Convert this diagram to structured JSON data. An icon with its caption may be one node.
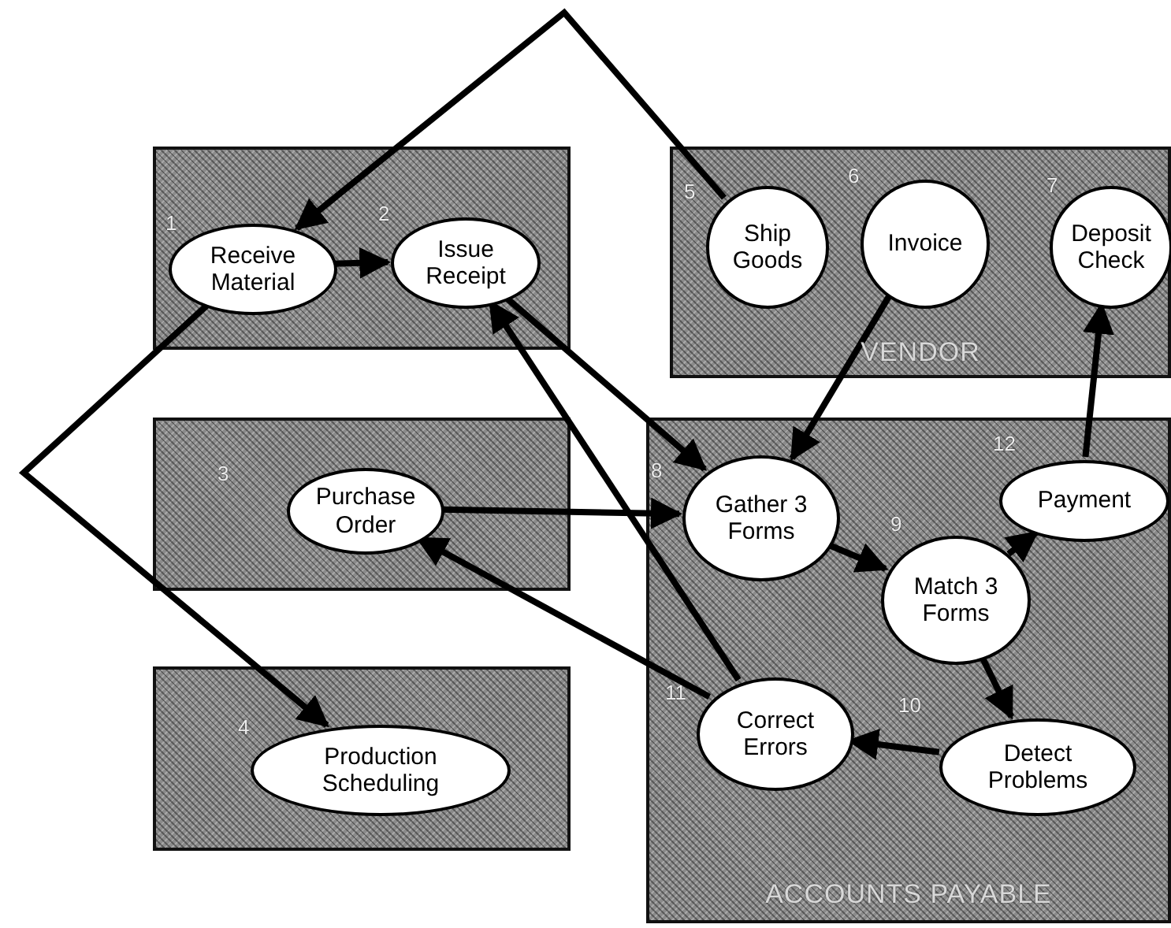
{
  "diagram": {
    "nodes": [
      {
        "text": [],
        "shape": "box"
      },
      {
        "text": [
          "Receive Material"
        ],
        "in": 0,
        "beside": [
          "1"
        ]
      },
      {
        "text": [
          "Issue Receipt"
        ],
        "in": 0,
        "beside": [
          "2"
        ]
      },
      {
        "text": [],
        "shape": "box"
      },
      {
        "text": [
          "Purchase Order"
        ],
        "in": 3,
        "beside": [
          "3"
        ]
      },
      {
        "text": [],
        "shape": "box"
      },
      {
        "text": [
          "Production Scheduling"
        ],
        "in": 5,
        "beside": [
          "4"
        ]
      },
      {
        "text": [
          "VENDOR"
        ]
      },
      {
        "text": [
          "Ship Goods"
        ],
        "in": 7,
        "beside": [
          "5"
        ]
      },
      {
        "text": [
          "Invoice"
        ],
        "in": 7,
        "beside": [
          "6"
        ]
      },
      {
        "text": [
          "Deposit Check"
        ],
        "in": 7,
        "beside": [
          "7"
        ]
      },
      {
        "text": [
          "ACCOUNTS PAYABLE"
        ]
      },
      {
        "text": [
          "Gather 3 Forms"
        ],
        "in": 11,
        "beside": [
          "8"
        ]
      },
      {
        "text": [
          "Match 3 Forms"
        ],
        "in": 11,
        "beside": [
          "9"
        ]
      },
      {
        "text": [
          "Payment"
        ],
        "in": 11,
        "beside": [
          "12"
        ]
      },
      {
        "text": [
          "Detect Problems"
        ],
        "in": 11,
        "beside": [
          "10"
        ]
      },
      {
        "text": [
          "Correct Errors"
        ],
        "in": 11,
        "beside": [
          "11"
        ]
      }
    ],
    "edges": [
      {
        "from": 8,
        "to": 1,
        "arrow": "to"
      },
      {
        "from": 1,
        "to": 2,
        "arrow": "to"
      },
      {
        "from": 1,
        "to": 6,
        "arrow": "to"
      },
      {
        "from": 2,
        "to": 12,
        "arrow": "to"
      },
      {
        "from": 9,
        "to": 12,
        "arrow": "to"
      },
      {
        "from": 4,
        "to": 12,
        "arrow": "to"
      },
      {
        "from": 16,
        "to": 2,
        "arrow": "to"
      },
      {
        "from": 16,
        "to": 4,
        "arrow": "to"
      },
      {
        "from": 12,
        "to": 13,
        "arrow": "to"
      },
      {
        "from": 13,
        "to": 14,
        "arrow": "to"
      },
      {
        "from": 13,
        "to": 15,
        "arrow": "to"
      },
      {
        "from": 15,
        "to": 16,
        "arrow": "to"
      },
      {
        "from": 14,
        "to": 10,
        "arrow": "to"
      }
    ]
  }
}
